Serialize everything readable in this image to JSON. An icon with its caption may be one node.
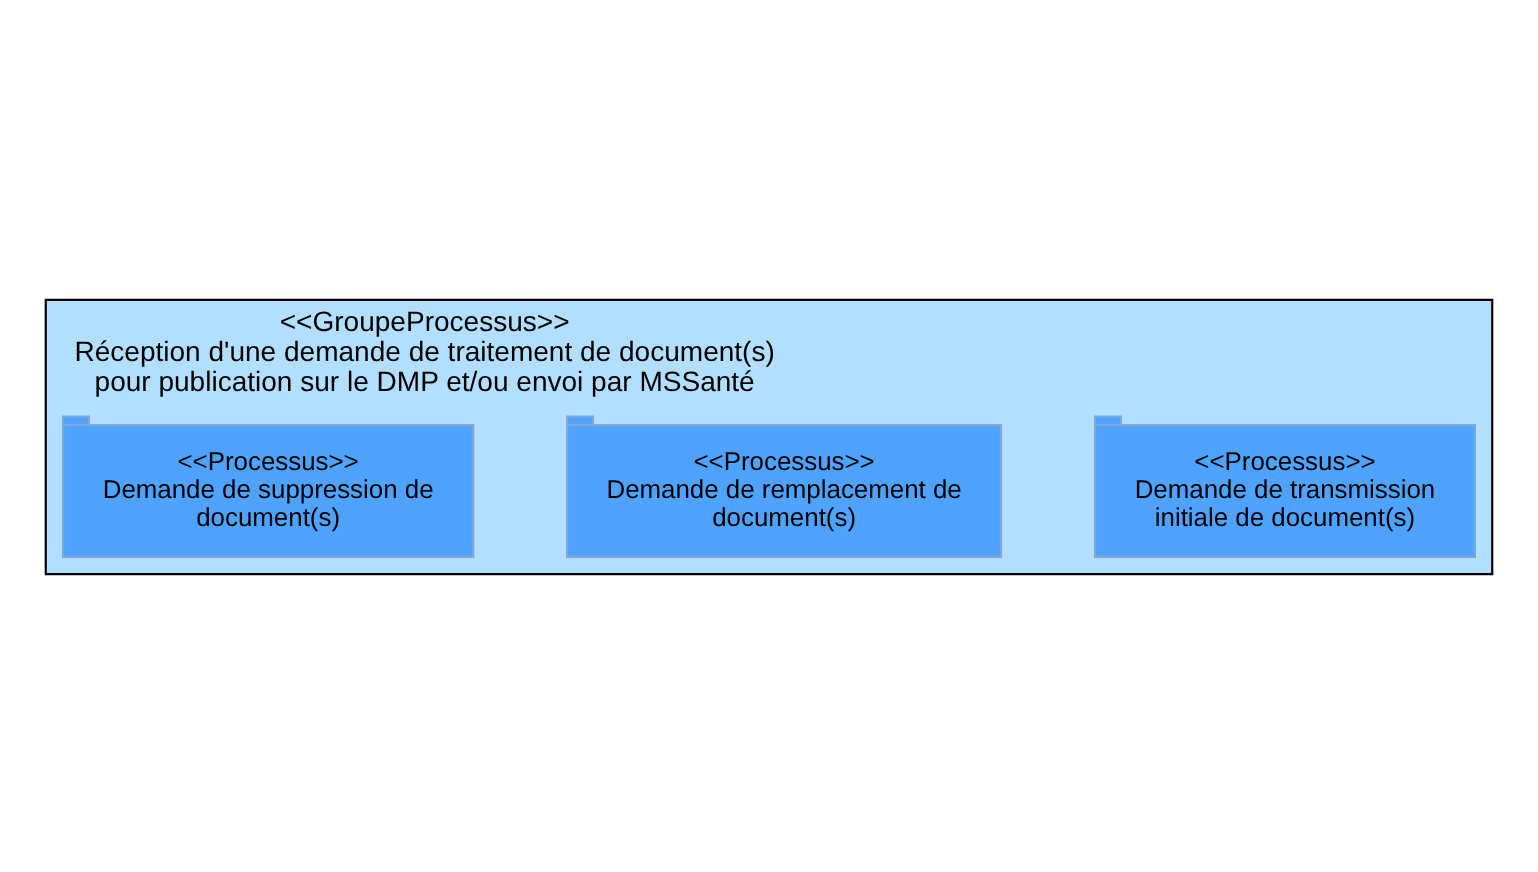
{
  "diagram": {
    "nodes": [
      {
        "text": [
          "<<GroupeProcessus>>",
          "Réception d'une demande de traitement de document(s) pour publication sur le DMP et/ou envoi par MSSanté"
        ]
      },
      {
        "text": [
          "<<Processus>>",
          "Demande de transmission initiale de document(s)"
        ],
        "in": 0
      },
      {
        "text": [
          "<<Processus>>",
          "Demande de remplacement de document(s)"
        ],
        "in": 0
      },
      {
        "text": [
          "<<Processus>>",
          "Demande de suppression de document(s)"
        ],
        "in": 0
      }
    ],
    "edges": []
  }
}
